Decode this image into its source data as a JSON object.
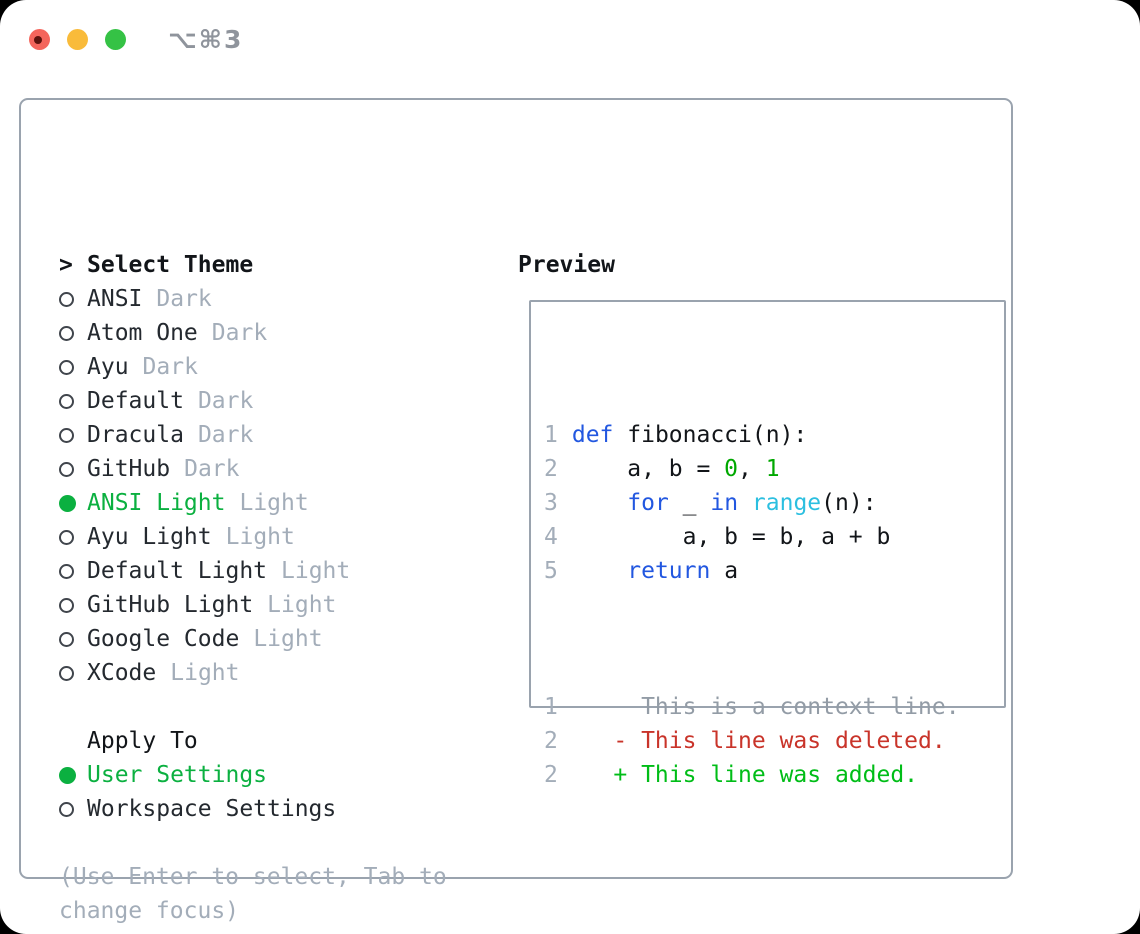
{
  "titlebar": {
    "shortcut": "⌥⌘3"
  },
  "theme_panel": {
    "prompt": ">",
    "header": "Select Theme",
    "themes": [
      {
        "label": "ANSI",
        "tag": "Dark",
        "selected": false
      },
      {
        "label": "Atom One",
        "tag": "Dark",
        "selected": false
      },
      {
        "label": "Ayu",
        "tag": "Dark",
        "selected": false
      },
      {
        "label": "Default",
        "tag": "Dark",
        "selected": false
      },
      {
        "label": "Dracula",
        "tag": "Dark",
        "selected": false
      },
      {
        "label": "GitHub",
        "tag": "Dark",
        "selected": false
      },
      {
        "label": "ANSI Light",
        "tag": "Light",
        "selected": true
      },
      {
        "label": "Ayu Light",
        "tag": "Light",
        "selected": false
      },
      {
        "label": "Default Light",
        "tag": "Light",
        "selected": false
      },
      {
        "label": "GitHub Light",
        "tag": "Light",
        "selected": false
      },
      {
        "label": "Google Code",
        "tag": "Light",
        "selected": false
      },
      {
        "label": "XCode",
        "tag": "Light",
        "selected": false
      }
    ],
    "apply_to": {
      "header": "Apply To",
      "options": [
        {
          "label": "User Settings",
          "selected": true
        },
        {
          "label": "Workspace Settings",
          "selected": false
        }
      ]
    },
    "hint": "(Use Enter to select, Tab to change focus)"
  },
  "preview": {
    "title": "Preview",
    "code_lines": [
      {
        "num": "1",
        "segments": [
          {
            "t": " ",
            "c": "fg"
          },
          {
            "t": "def",
            "c": "kw"
          },
          {
            "t": " fibonacci(n):",
            "c": "fg"
          }
        ]
      },
      {
        "num": "2",
        "segments": [
          {
            "t": "     a, b = ",
            "c": "fg"
          },
          {
            "t": "0",
            "c": "num"
          },
          {
            "t": ", ",
            "c": "fg"
          },
          {
            "t": "1",
            "c": "num"
          }
        ]
      },
      {
        "num": "3",
        "segments": [
          {
            "t": "     ",
            "c": "fg"
          },
          {
            "t": "for",
            "c": "kw"
          },
          {
            "t": " _ ",
            "c": "fg"
          },
          {
            "t": "in",
            "c": "kw"
          },
          {
            "t": " ",
            "c": "fg"
          },
          {
            "t": "range",
            "c": "builtin"
          },
          {
            "t": "(n):",
            "c": "fg"
          }
        ]
      },
      {
        "num": "4",
        "segments": [
          {
            "t": "         a, b = b, a + b",
            "c": "fg"
          }
        ]
      },
      {
        "num": "5",
        "segments": [
          {
            "t": "     ",
            "c": "fg"
          },
          {
            "t": "return",
            "c": "kw"
          },
          {
            "t": " a",
            "c": "fg"
          }
        ]
      }
    ],
    "diff_lines": [
      {
        "num": "1",
        "segments": [
          {
            "t": "      This is a context line.",
            "c": "ctx"
          }
        ]
      },
      {
        "num": "2",
        "segments": [
          {
            "t": "    - This line was deleted.",
            "c": "del"
          }
        ]
      },
      {
        "num": "2",
        "segments": [
          {
            "t": "    + This line was added.",
            "c": "add"
          }
        ]
      }
    ]
  },
  "colors": {
    "fg": "#121519",
    "kw": "#2257e0",
    "builtin": "#2bbfe0",
    "num": "#00a800",
    "ctx": "#939ca6",
    "del": "#c9342a",
    "add": "#00bd17",
    "ln": "#a3adb9",
    "selection_green": "#0bb040",
    "tag_gray": "#a3adb9",
    "hint_gray": "#a3adb9",
    "window_border": "#9aa3ae"
  }
}
